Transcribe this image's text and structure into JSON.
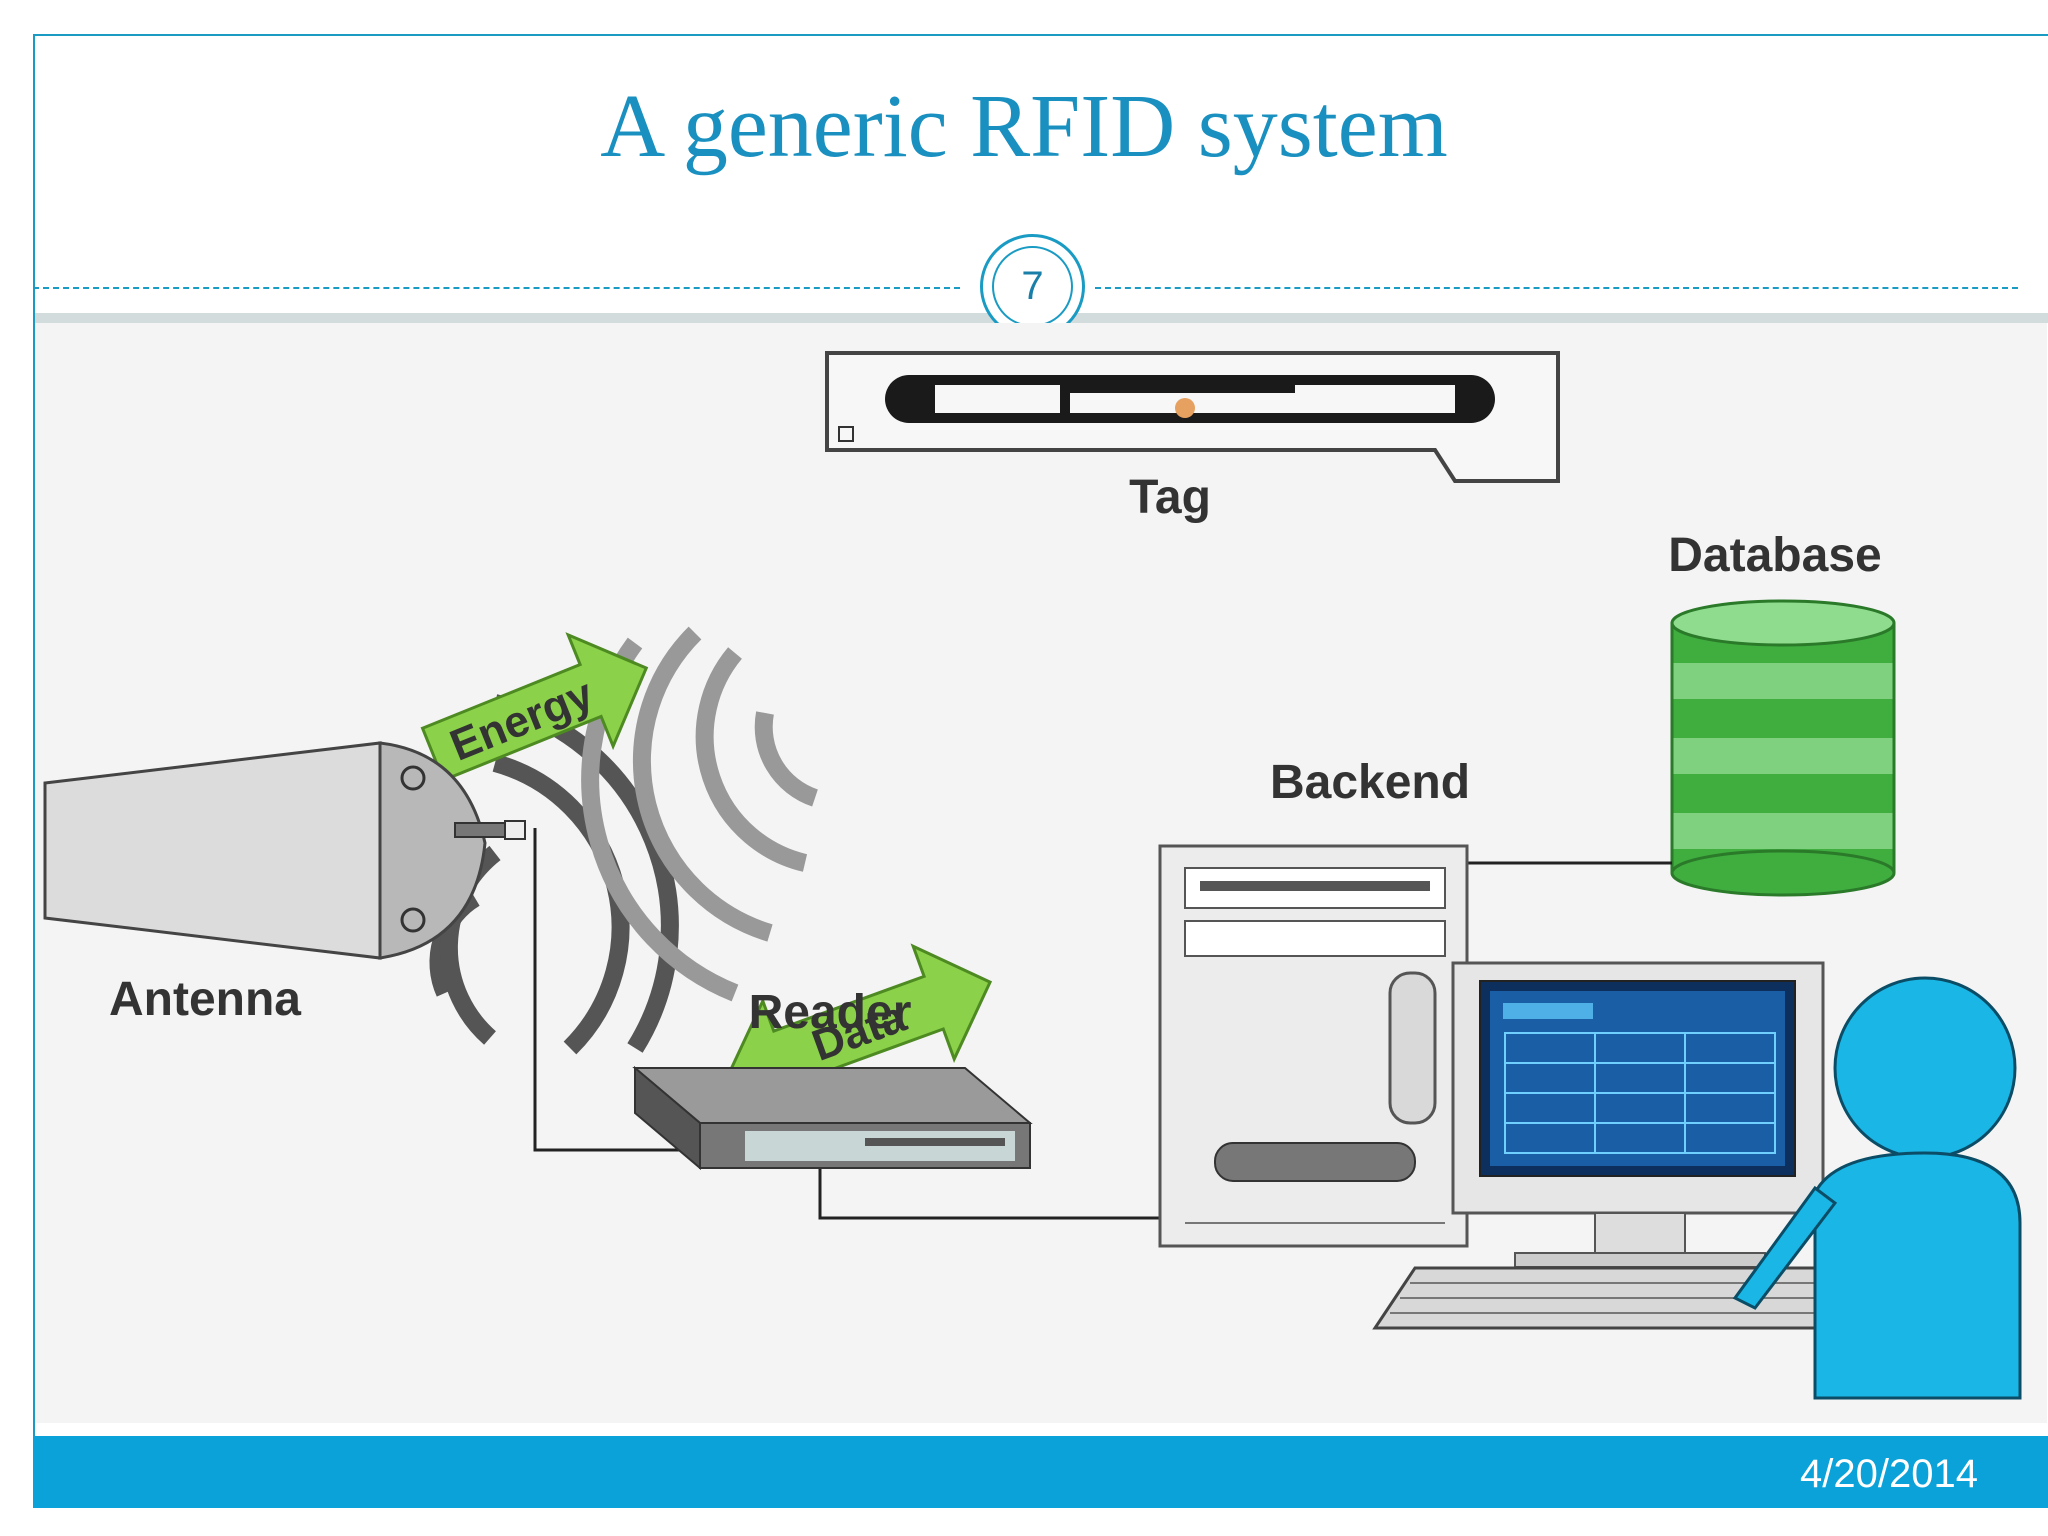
{
  "slide": {
    "title": "A generic RFID system",
    "number": "7",
    "date": "4/20/2014"
  },
  "diagram": {
    "labels": {
      "tag": "Tag",
      "database": "Database",
      "backend": "Backend",
      "antenna": "Antenna",
      "reader": "Reader"
    },
    "arrows": {
      "energy": "Energy",
      "data": "Data"
    },
    "colors": {
      "accent": "#1a9bc4",
      "footer": "#0aa2d9",
      "arrow_green": "#8bd149",
      "database_green": "#4fbf4f",
      "user_blue": "#1ab6e6"
    }
  }
}
